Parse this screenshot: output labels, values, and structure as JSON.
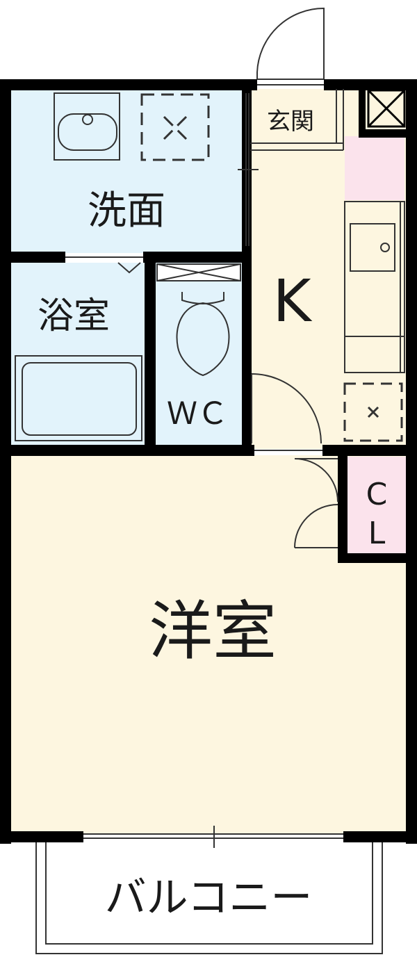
{
  "rooms": {
    "washroom": "洗面",
    "bathroom": "浴室",
    "toilet": "ＷＣ",
    "entrance": "玄関",
    "kitchen": "K",
    "closet_c": "C",
    "closet_l": "L",
    "western_room": "洋室",
    "balcony": "バルコニー"
  },
  "colors": {
    "wet_area": "#e2f3fb",
    "dry_area": "#fdf6e0",
    "closet": "#fbe3ec",
    "wall": "#000000",
    "fixture_line": "#333333"
  }
}
